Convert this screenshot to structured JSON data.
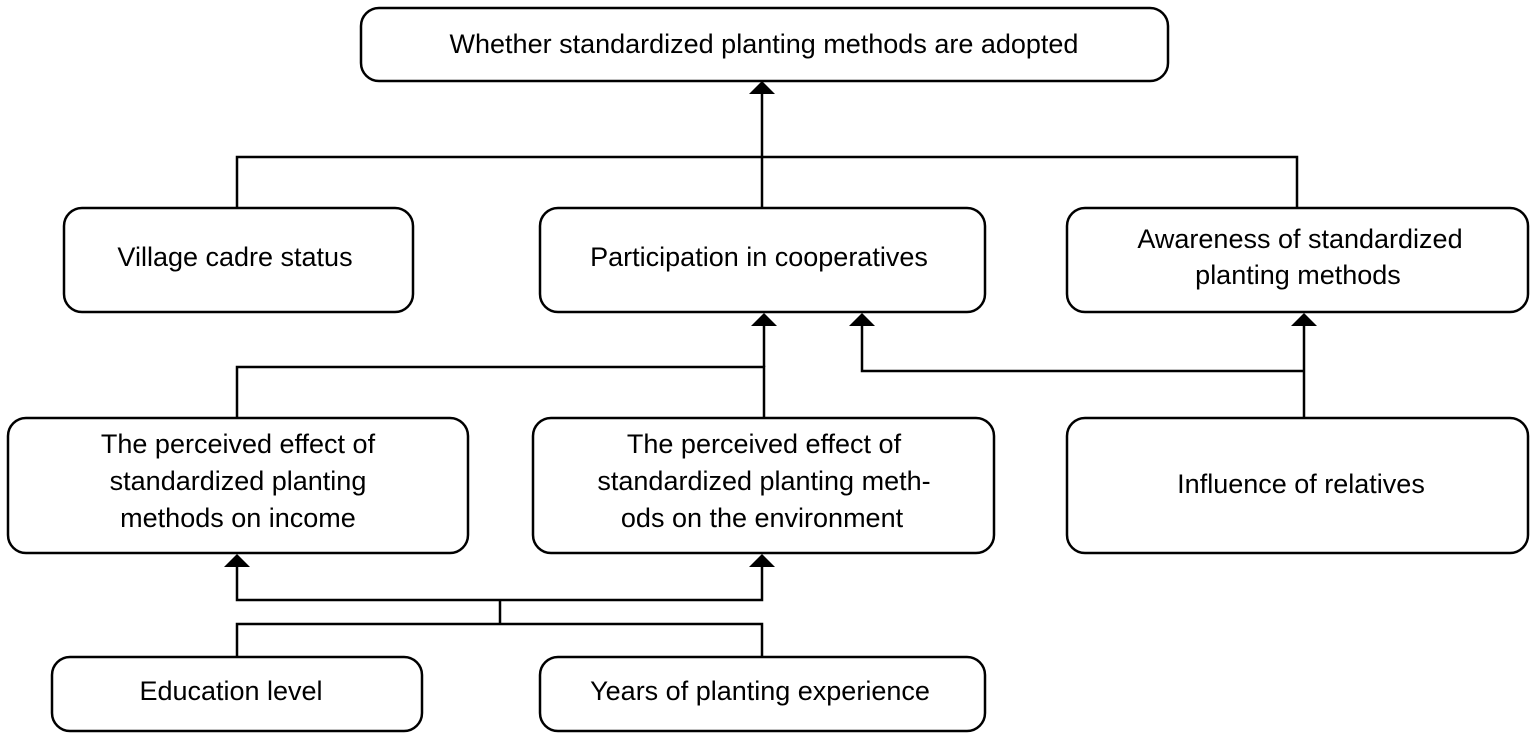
{
  "nodes": {
    "adoption": {
      "lines": [
        "Whether standardized planting methods are adopted"
      ]
    },
    "village_cadre": {
      "lines": [
        "Village cadre status"
      ]
    },
    "cooperatives": {
      "lines": [
        "Participation in cooperatives"
      ]
    },
    "awareness": {
      "lines": [
        "Awareness of standardized",
        "planting methods"
      ]
    },
    "income_effect": {
      "lines": [
        "The perceived effect of",
        "standardized planting",
        "methods on income"
      ]
    },
    "environment_effect": {
      "lines": [
        "The perceived effect of",
        "standardized planting meth-",
        "ods on the environment"
      ]
    },
    "relatives": {
      "lines": [
        "Influence of relatives"
      ]
    },
    "education": {
      "lines": [
        "Education level"
      ]
    },
    "experience": {
      "lines": [
        "Years of planting experience"
      ]
    }
  },
  "edges": [
    {
      "from": [
        "village_cadre",
        "cooperatives",
        "awareness"
      ],
      "to": "adoption"
    },
    {
      "from": [
        "income_effect",
        "environment_effect"
      ],
      "to": "cooperatives"
    },
    {
      "from": [
        "relatives"
      ],
      "to": [
        "cooperatives",
        "awareness"
      ]
    },
    {
      "from": [
        "education",
        "experience"
      ],
      "to": [
        "income_effect",
        "environment_effect"
      ]
    }
  ]
}
